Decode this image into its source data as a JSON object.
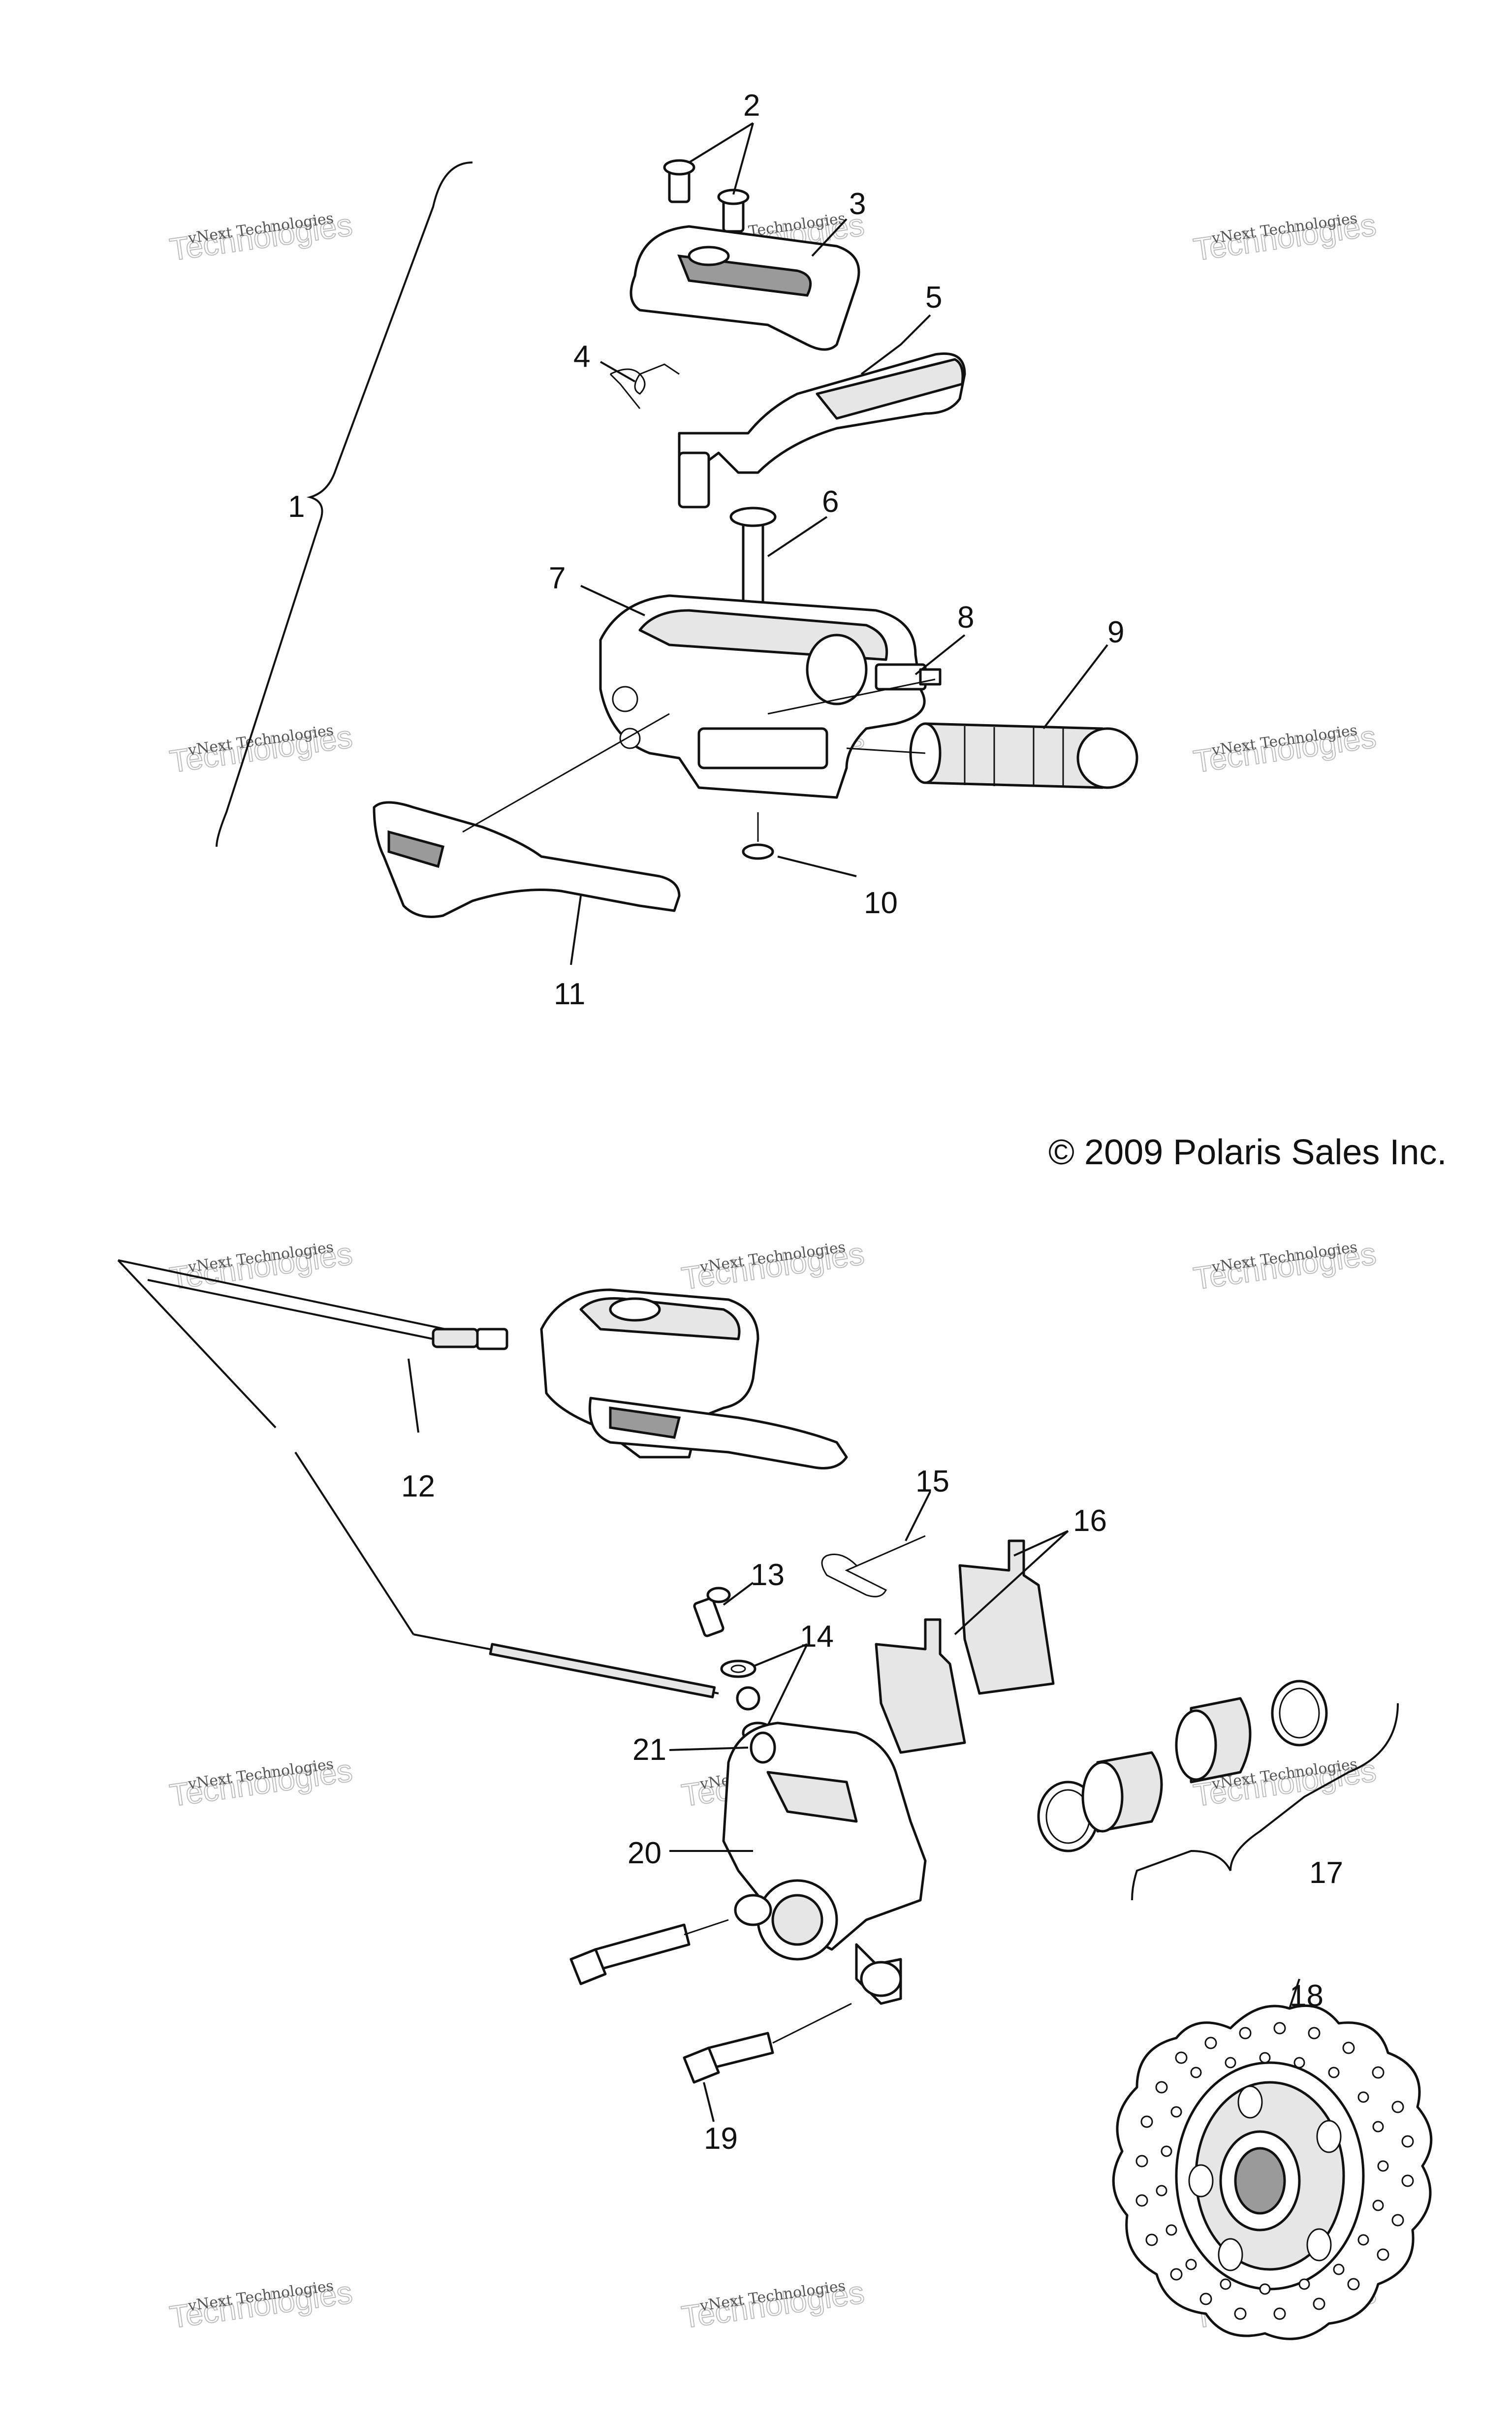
{
  "copyright": "© 2009 Polaris Sales Inc.",
  "watermark": {
    "line1": "vNext Technologies",
    "line2": "Technologies",
    "top_small": "vNext"
  },
  "callouts": [
    "1",
    "2",
    "3",
    "4",
    "5",
    "6",
    "7",
    "8",
    "9",
    "10",
    "11",
    "12",
    "13",
    "14",
    "15",
    "16",
    "17",
    "18",
    "19",
    "20",
    "21"
  ]
}
